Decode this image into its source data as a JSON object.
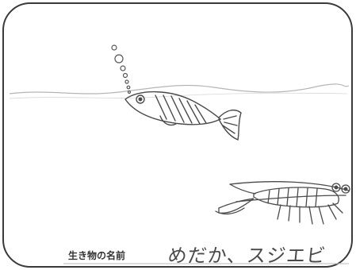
{
  "worksheet": {
    "name_label": "生き物の名前",
    "answer": "めだか、スジエビ"
  },
  "drawing": {
    "subjects": [
      "fish-drawing",
      "shrimp-drawing",
      "bubbles",
      "water-surface-line"
    ],
    "stroke_color": "#555555",
    "paper_color": "#ffffff"
  }
}
